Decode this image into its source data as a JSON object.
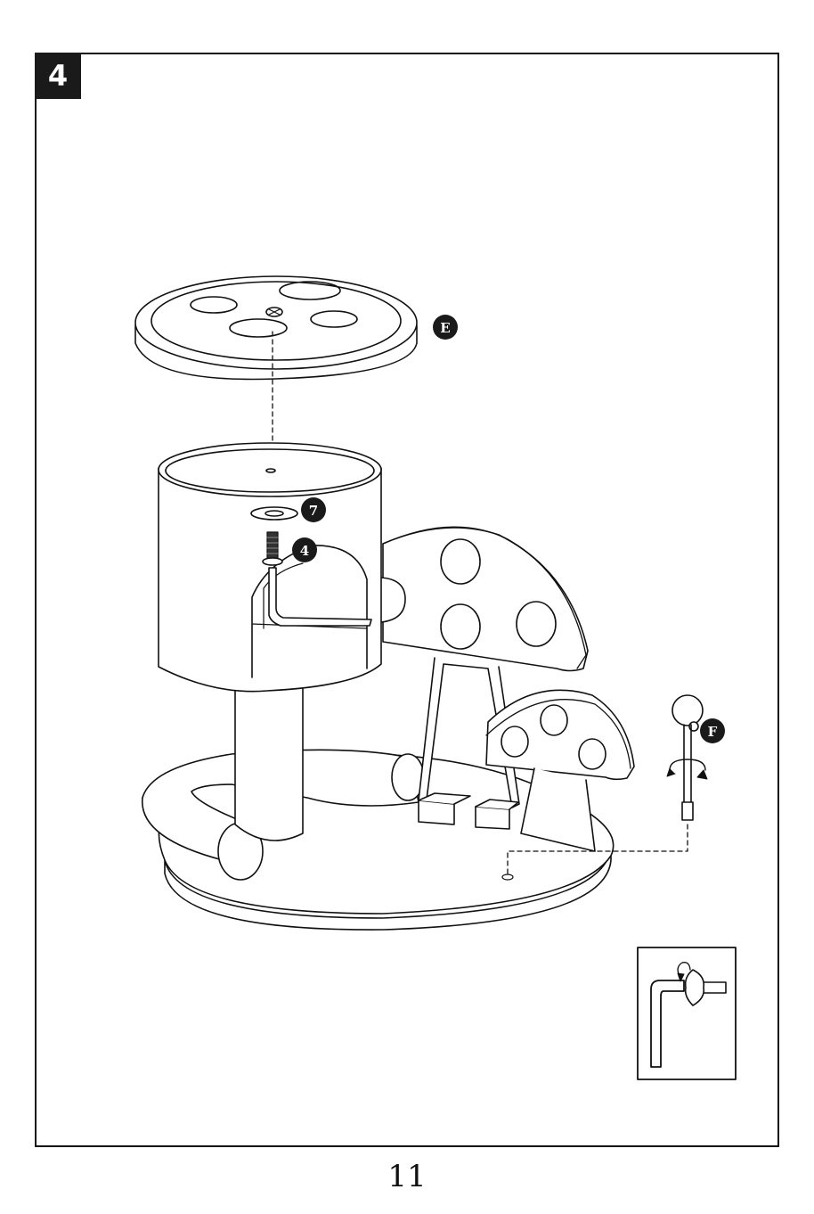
{
  "step": {
    "number": "4"
  },
  "callouts": {
    "part_e": "E",
    "part_7": "7",
    "part_4": "4",
    "part_f": "F"
  },
  "footer": {
    "page_number": "11"
  },
  "icons": [
    "allen-key-icon",
    "rotate-arrow-icon"
  ]
}
